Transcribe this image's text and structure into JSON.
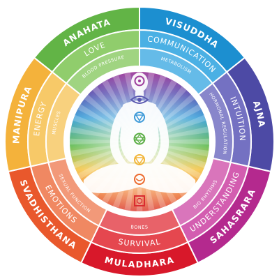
{
  "chakras": [
    {
      "name": "MULADHARA",
      "quality": "SURVIVAL",
      "function": "BONES",
      "color": "#d8182a",
      "light": "#e5474f"
    },
    {
      "name": "SVADHISTHANA",
      "quality": "EMOTIONS",
      "function": "SEXUAL FUNCTION",
      "color": "#e9582c",
      "light": "#f08862"
    },
    {
      "name": "MANIPURA",
      "quality": "ENERGY",
      "function": "MUSCLES",
      "color": "#f4b23b",
      "light": "#f7c968"
    },
    {
      "name": "ANAHATA",
      "quality": "LOVE",
      "function": "BLOOD PRESSURE",
      "color": "#62b446",
      "light": "#90cd6c"
    },
    {
      "name": "VISUDDHA",
      "quality": "COMMUNICATION",
      "function": "METABOLISM",
      "color": "#1c8fd0",
      "light": "#4bb0e4"
    },
    {
      "name": "AJNA",
      "quality": "INTUITION",
      "function": "HORMONAL REGULATION",
      "color": "#4d4aa5",
      "light": "#7471c2"
    },
    {
      "name": "SAHASRARA",
      "quality": "UNDERSTANDING",
      "function": "BIO RHYTHMS",
      "color": "#b4298e",
      "light": "#d35db0"
    }
  ],
  "ring_order_clockwise_from_bottom": [
    "MULADHARA",
    "SVADHISTHANA",
    "MANIPURA",
    "ANAHATA",
    "VISUDDHA",
    "AJNA",
    "SAHASRARA"
  ],
  "figure": {
    "description_icon": "meditating-figure-icon",
    "chakra_symbols": [
      "crown-lotus-icon",
      "third-eye-icon",
      "throat-lotus-icon",
      "heart-lotus-icon",
      "solar-plexus-icon",
      "sacral-lotus-icon",
      "root-square-icon"
    ],
    "symbol_colors": [
      "#9c3b9b",
      "#5a58b0",
      "#3e9ad8",
      "#5cae46",
      "#f2b53a",
      "#ec6a2e",
      "#d92b30"
    ]
  }
}
